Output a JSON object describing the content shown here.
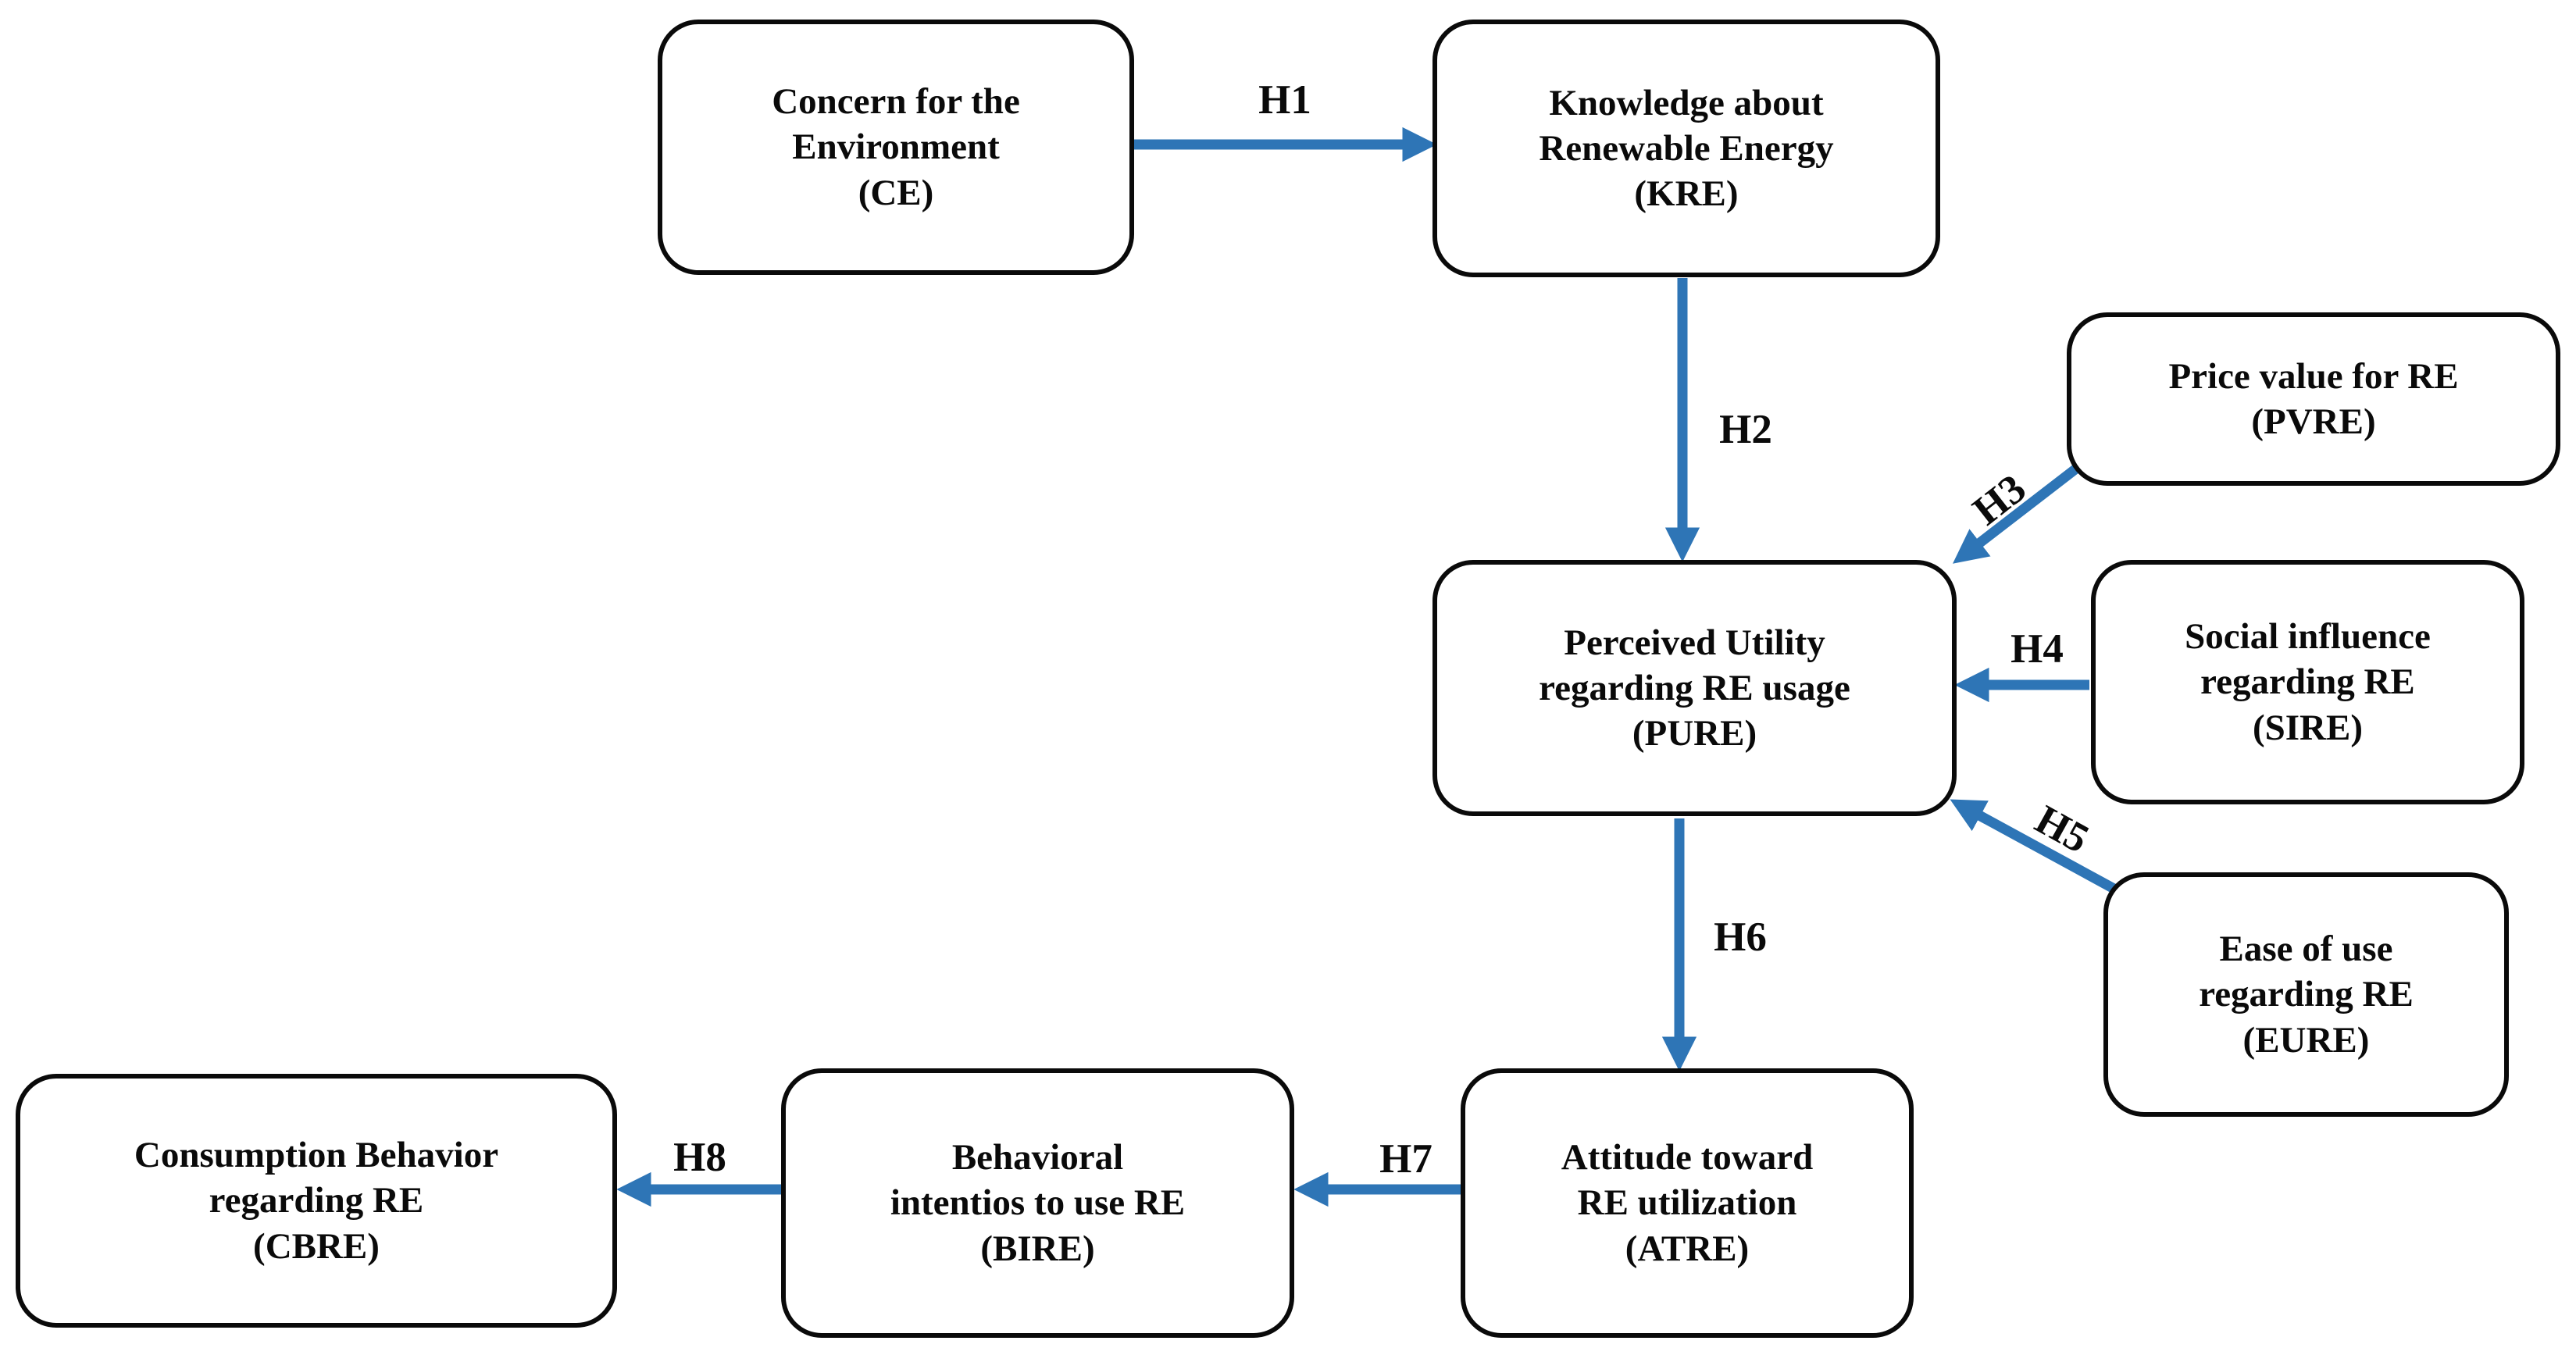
{
  "diagram": {
    "type": "path-model",
    "colors": {
      "arrow": "#2E75B6",
      "box_border": "#0A0A0A",
      "text": "#0A0A0A",
      "background": "#FFFFFF"
    },
    "nodes": {
      "CE": {
        "label": "Concern for the\nEnvironment\n(CE)"
      },
      "KRE": {
        "label": "Knowledge about\nRenewable Energy\n(KRE)"
      },
      "PVRE": {
        "label": "Price value for RE\n(PVRE)"
      },
      "PURE": {
        "label": "Perceived Utility\nregarding RE usage\n(PURE)"
      },
      "SIRE": {
        "label": "Social influence\nregarding RE\n(SIRE)"
      },
      "EURE": {
        "label": "Ease of use\nregarding RE\n(EURE)"
      },
      "ATRE": {
        "label": "Attitude toward\nRE utilization\n(ATRE)"
      },
      "BIRE": {
        "label": "Behavioral\nintentios to use RE\n(BIRE)"
      },
      "CBRE": {
        "label": "Consumption Behavior\nregarding RE\n(CBRE)"
      }
    },
    "edges": {
      "H1": {
        "label": "H1",
        "from": "CE",
        "to": "KRE"
      },
      "H2": {
        "label": "H2",
        "from": "KRE",
        "to": "PURE"
      },
      "H3": {
        "label": "H3",
        "from": "PVRE",
        "to": "PURE"
      },
      "H4": {
        "label": "H4",
        "from": "SIRE",
        "to": "PURE"
      },
      "H5": {
        "label": "H5",
        "from": "EURE",
        "to": "PURE"
      },
      "H6": {
        "label": "H6",
        "from": "PURE",
        "to": "ATRE"
      },
      "H7": {
        "label": "H7",
        "from": "ATRE",
        "to": "BIRE"
      },
      "H8": {
        "label": "H8",
        "from": "BIRE",
        "to": "CBRE"
      }
    }
  }
}
